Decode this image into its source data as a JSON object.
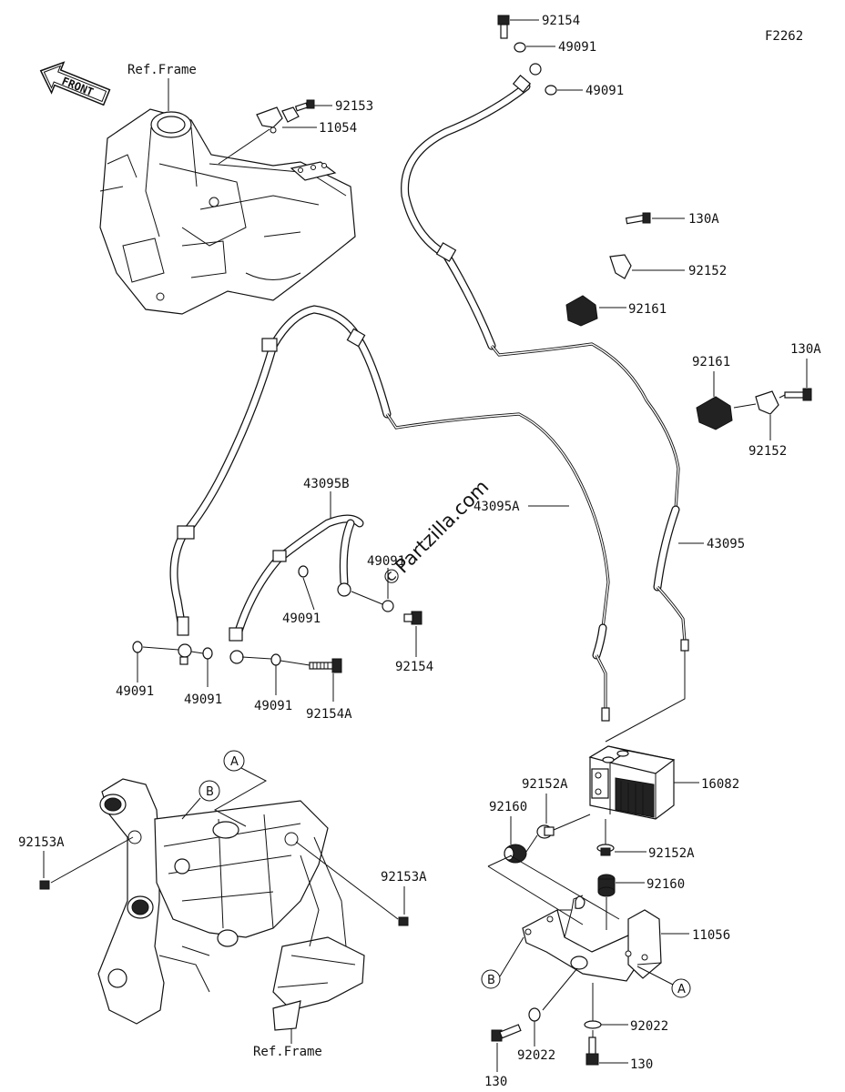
{
  "figure_code": "F2262",
  "front_arrow": "FRONT",
  "watermark": "©Partzilla.com",
  "ref_labels": [
    "Ref.Frame",
    "Ref.Frame"
  ],
  "callouts": [
    "A",
    "B",
    "A",
    "B"
  ],
  "parts": [
    {
      "key": "p92154_top",
      "number": "92154"
    },
    {
      "key": "p49091_top1",
      "number": "49091"
    },
    {
      "key": "p49091_top2",
      "number": "49091"
    },
    {
      "key": "p92153",
      "number": "92153"
    },
    {
      "key": "p11054",
      "number": "11054"
    },
    {
      "key": "p130A_1",
      "number": "130A"
    },
    {
      "key": "p92152_1",
      "number": "92152"
    },
    {
      "key": "p92161_1",
      "number": "92161"
    },
    {
      "key": "p92161_2",
      "number": "92161"
    },
    {
      "key": "p130A_2",
      "number": "130A"
    },
    {
      "key": "p92152_2",
      "number": "92152"
    },
    {
      "key": "p43095B",
      "number": "43095B"
    },
    {
      "key": "p43095A",
      "number": "43095A"
    },
    {
      "key": "p43095",
      "number": "43095"
    },
    {
      "key": "p49091_mid1",
      "number": "49091"
    },
    {
      "key": "p49091_mid2",
      "number": "49091"
    },
    {
      "key": "p92154_mid",
      "number": "92154"
    },
    {
      "key": "p49091_l1",
      "number": "49091"
    },
    {
      "key": "p49091_l2",
      "number": "49091"
    },
    {
      "key": "p49091_l3",
      "number": "49091"
    },
    {
      "key": "p92154A",
      "number": "92154A"
    },
    {
      "key": "p16082",
      "number": "16082"
    },
    {
      "key": "p92152A_1",
      "number": "92152A"
    },
    {
      "key": "p92160_1",
      "number": "92160"
    },
    {
      "key": "p92152A_2",
      "number": "92152A"
    },
    {
      "key": "p92160_2",
      "number": "92160"
    },
    {
      "key": "p92153A_1",
      "number": "92153A"
    },
    {
      "key": "p92153A_2",
      "number": "92153A"
    },
    {
      "key": "p11056",
      "number": "11056"
    },
    {
      "key": "p92022_1",
      "number": "92022"
    },
    {
      "key": "p92022_2",
      "number": "92022"
    },
    {
      "key": "p130_1",
      "number": "130"
    },
    {
      "key": "p130_2",
      "number": "130"
    }
  ]
}
